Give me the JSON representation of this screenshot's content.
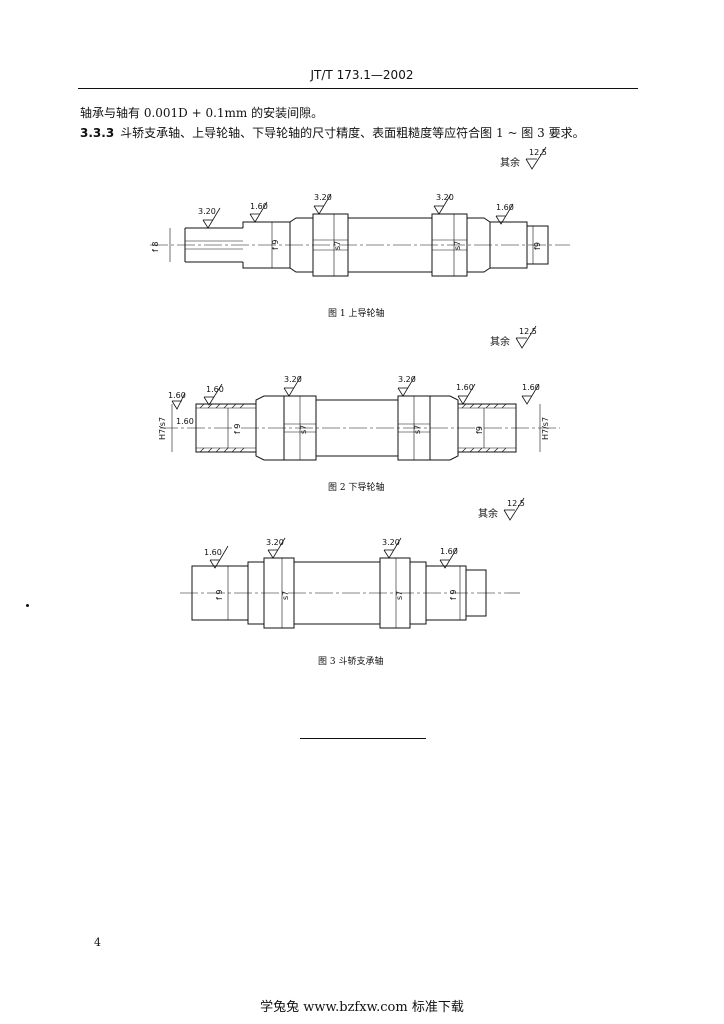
{
  "header": {
    "standard_id": "JT/T 173.1—2002"
  },
  "text": {
    "para1": "轴承与轴有 0.001D + 0.1mm 的安装间隙。",
    "clause_no": "3.3.3",
    "clause_text": "斗轿支承轴、上导轮轴、下导轮轴的尺寸精度、表面粗糙度等应符合图 1 ~ 图 3 要求。"
  },
  "figures": [
    {
      "caption": "图 1    上导轮轴",
      "rest_label": "其余",
      "rest_value": "12.5",
      "roughness": [
        "3.20",
        "1.60",
        "3.20",
        "3.20",
        "1.60"
      ],
      "fits": [
        "f 8",
        "f 9",
        "s7",
        "s7",
        "f9"
      ]
    },
    {
      "caption": "图 2    下导轮轴",
      "rest_label": "其余",
      "rest_value": "12.5",
      "roughness": [
        "1.60",
        "1.60",
        "1.60",
        "3.20",
        "3.20",
        "1.60",
        "1.60"
      ],
      "fits": [
        "H7/s7",
        "f 9",
        "s7",
        "s7",
        "f9",
        "H7/s7"
      ]
    },
    {
      "caption": "图 3    斗轿支承轴",
      "rest_label": "其余",
      "rest_value": "12.5",
      "roughness": [
        "1.60",
        "3.20",
        "3.20",
        "1.60"
      ],
      "fits": [
        "f 9",
        "s7",
        "s7",
        "f 9"
      ]
    }
  ],
  "footer": {
    "page_number": "4",
    "watermark": "学兔兔 www.bzfxw.com 标准下载"
  }
}
